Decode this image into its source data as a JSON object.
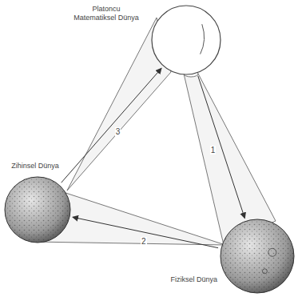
{
  "diagram": {
    "nodes": [
      {
        "text": [
          "Platoncu Matematiksel Dünya"
        ]
      },
      {
        "text": [
          "Zihinsel Dünya"
        ]
      },
      {
        "text": [
          "Fiziksel Dünya"
        ]
      }
    ],
    "edges": [
      {
        "from": 0,
        "to": 2,
        "label": "1",
        "arrow": "to"
      },
      {
        "from": 2,
        "to": 1,
        "label": "2",
        "arrow": "to"
      },
      {
        "from": 1,
        "to": 0,
        "label": "3",
        "arrow": "to"
      }
    ]
  }
}
